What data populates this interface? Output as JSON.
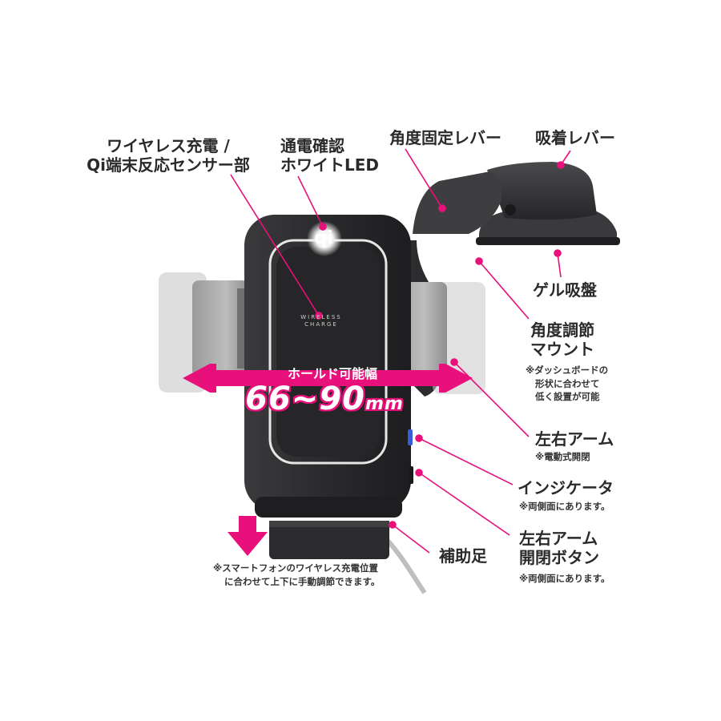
{
  "labels": {
    "wireless_sensor": [
      "ワイヤレス充電 /",
      "Qi端末反応センサー部"
    ],
    "led": [
      "通電確認",
      "ホワイトLED"
    ],
    "angle_lever": "角度固定レバー",
    "suction_lever": "吸着レバー",
    "gel_suction": "ゲル吸盤",
    "angle_mount": [
      "角度調節",
      "マウント"
    ],
    "angle_mount_note": [
      "※ダッシュボードの",
      "形状に合わせて",
      "低く設置が可能"
    ],
    "lr_arm": "左右アーム",
    "lr_arm_note": "※電動式開閉",
    "indicator": "インジケータ",
    "indicator_note": "※両側面にあります。",
    "arm_button": [
      "左右アーム",
      "開閉ボタン"
    ],
    "arm_button_note": "※両側面にあります。",
    "aux_foot": "補助足",
    "adjust_note": [
      "※スマートフォンのワイヤレス充電位置",
      "に合わせて上下に手動調節できます。"
    ]
  },
  "hold": {
    "title": "ホールド可能幅",
    "range": "66~90",
    "unit": "mm"
  },
  "device": {
    "qi_logo": "qi",
    "brand_lines": [
      "WIRELESS",
      "CHARGE"
    ]
  },
  "colors": {
    "accent": "#e8107a",
    "device_body": "#2e2e30",
    "arm": "#8a8a8a",
    "ring": "#e6e6e6"
  }
}
